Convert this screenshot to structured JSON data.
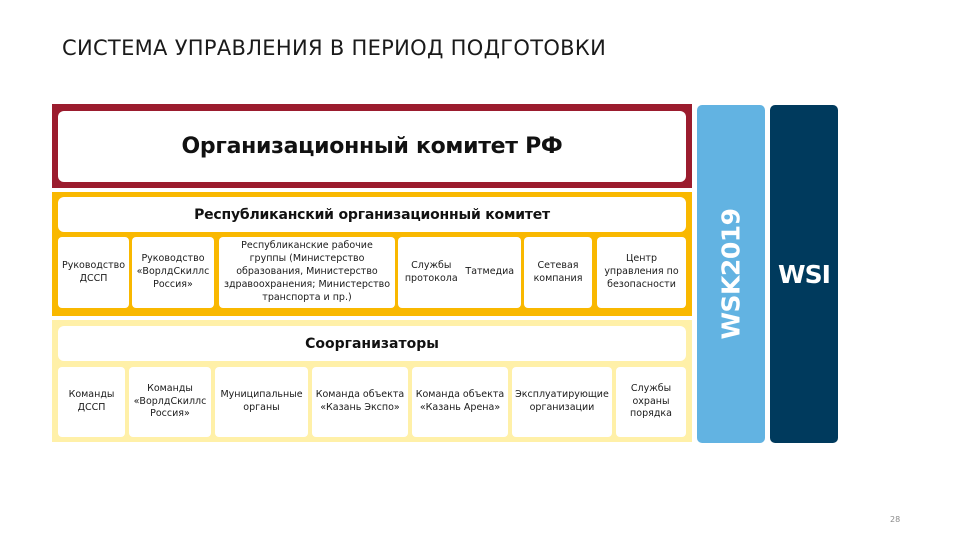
{
  "title": "СИСТЕМА УПРАВЛЕНИЯ В ПЕРИОД ПОДГОТОВКИ",
  "org_committee": {
    "label": "Организационный комитет РФ"
  },
  "republican_committee": {
    "label": "Республиканский организационный комитет",
    "cells": [
      "Руководство\nДССП",
      "Руководство\n«ВорлдСкиллс\nРоссия»",
      "Республиканские рабочие\nгруппы (Министерство\nобразования, Министерство\nздравоохранения; Министерство\nтранспорта и пр.)",
      "Службы\nпротокола",
      "Татмедиа",
      "Сетевая\nкомпания",
      "Центр\nуправления по\nбезопасности"
    ]
  },
  "co_organizers": {
    "label": "Соорганизаторы",
    "cells": [
      "Команды\nДССП",
      "Команды\n«ВорлдСкиллс\nРоссия»",
      "Муниципальные\nорганы",
      "Команда объекта\n«Казань Экспо»",
      "Команда объекта\n«Казань Арена»",
      "Эксплуатирующие\nорганизации",
      "Службы\nохраны\nпорядка"
    ]
  },
  "side": {
    "wsk": "WSK2019",
    "wsi": "WSI"
  },
  "page_number": "28",
  "colors": {
    "org": "#9b1c2e",
    "republican": "#f9b800",
    "co_organizers": "#fff0a8",
    "wsk": "#62b3e2",
    "wsi": "#003a5d"
  }
}
